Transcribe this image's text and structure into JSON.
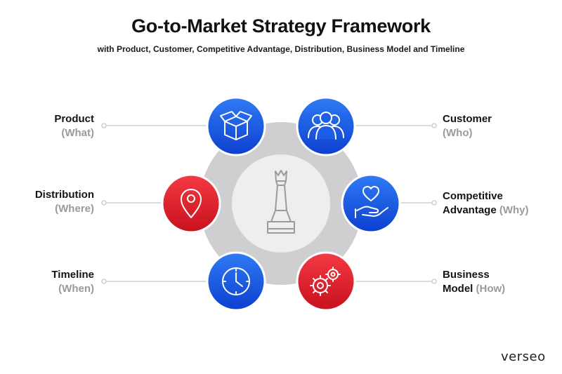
{
  "title": "Go-to-Market Strategy Framework",
  "subtitle": "with Product, Customer, Competitive Advantage, Distribution, Business Model and Timeline",
  "brand": "verseo",
  "colors": {
    "blue": "#1656e0",
    "red": "#e2242f",
    "ring": "#cfcfd2",
    "center": "#eeeeef"
  },
  "nodes": [
    {
      "id": "product",
      "line1": "Product",
      "sub": "(What)",
      "color": "blue",
      "icon": "box-icon"
    },
    {
      "id": "customer",
      "line1": "Customer",
      "sub": "(Who)",
      "color": "blue",
      "icon": "people-icon"
    },
    {
      "id": "distribution",
      "line1": "Distribution",
      "sub": "(Where)",
      "color": "red",
      "icon": "location-pin-icon"
    },
    {
      "id": "competitive",
      "line1": "Competitive",
      "line2": "Advantage",
      "sub": "(Why)",
      "color": "blue",
      "icon": "heart-hand-icon"
    },
    {
      "id": "timeline",
      "line1": "Timeline",
      "sub": "(When)",
      "color": "blue",
      "icon": "clock-icon"
    },
    {
      "id": "business",
      "line1": "Business",
      "line2": "Model",
      "sub": "(How)",
      "color": "red",
      "icon": "gears-icon"
    }
  ],
  "center_icon": "chess-queen-icon"
}
